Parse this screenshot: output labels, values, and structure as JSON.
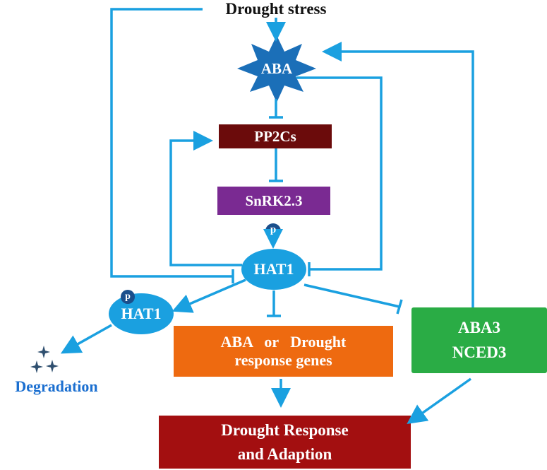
{
  "nodes": {
    "drought_stress": "Drought stress",
    "aba": "ABA",
    "pp2cs": "PP2Cs",
    "snrk": "SnRK2.3",
    "hat1": "HAT1",
    "hat1_p": "HAT1",
    "phospho_mark": "p",
    "degradation": "Degradation",
    "response_genes": [
      "ABA   or   Drought",
      "response genes"
    ],
    "aba3_nced3": [
      "ABA3",
      "NCED3"
    ],
    "drought_response": [
      "Drought Response",
      "and Adaption"
    ]
  },
  "colors": {
    "arrow": "#1aa0e0",
    "aba_star": "#1b6fb8",
    "pp2cs": "#6b0b0b",
    "snrk": "#7a2a92",
    "hat1": "#1aa0e0",
    "phospho": "#1b4f8c",
    "response_genes": "#ee6a10",
    "aba3_nced3": "#2aac45",
    "drought_response": "#a30f10",
    "degradation_text": "#1b6fd0",
    "sparkle": "#2f4f6f"
  },
  "icons": {
    "sparkles": "sparkles-icon",
    "star": "aba-star-icon"
  }
}
